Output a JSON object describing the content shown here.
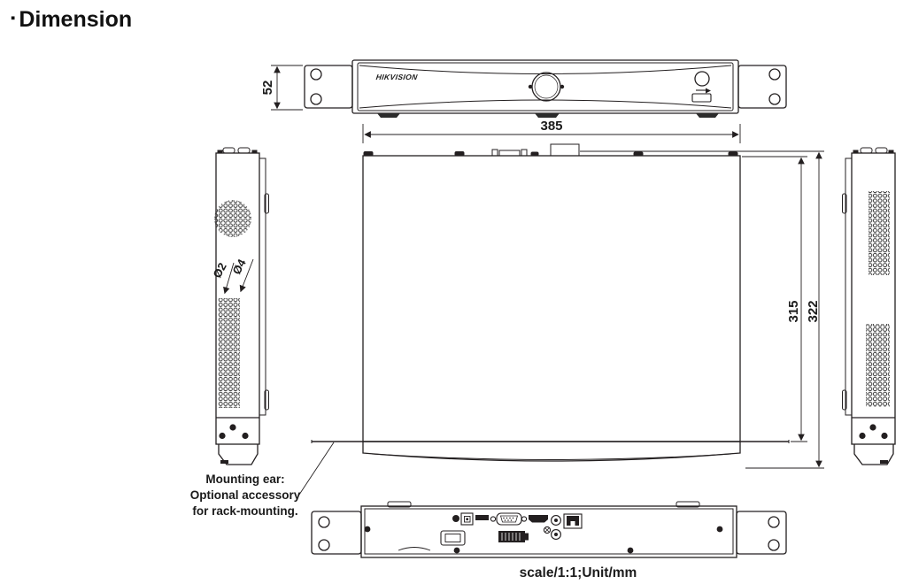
{
  "title": {
    "bullet": "▪",
    "text": "Dimension"
  },
  "brand": "HIKVISION",
  "dims": {
    "height": "52",
    "width": "385",
    "depth_inner": "315",
    "depth_outer": "322",
    "hole_small": "Ø2",
    "hole_large": "Ø4"
  },
  "note": {
    "line1": "Mounting ear:",
    "line2": "Optional accessory",
    "line3": "for rack-mounting."
  },
  "footer": {
    "scale": "scale/1:1;Unit/mm"
  },
  "colors": {
    "line": "#231f20",
    "background": "#ffffff"
  }
}
